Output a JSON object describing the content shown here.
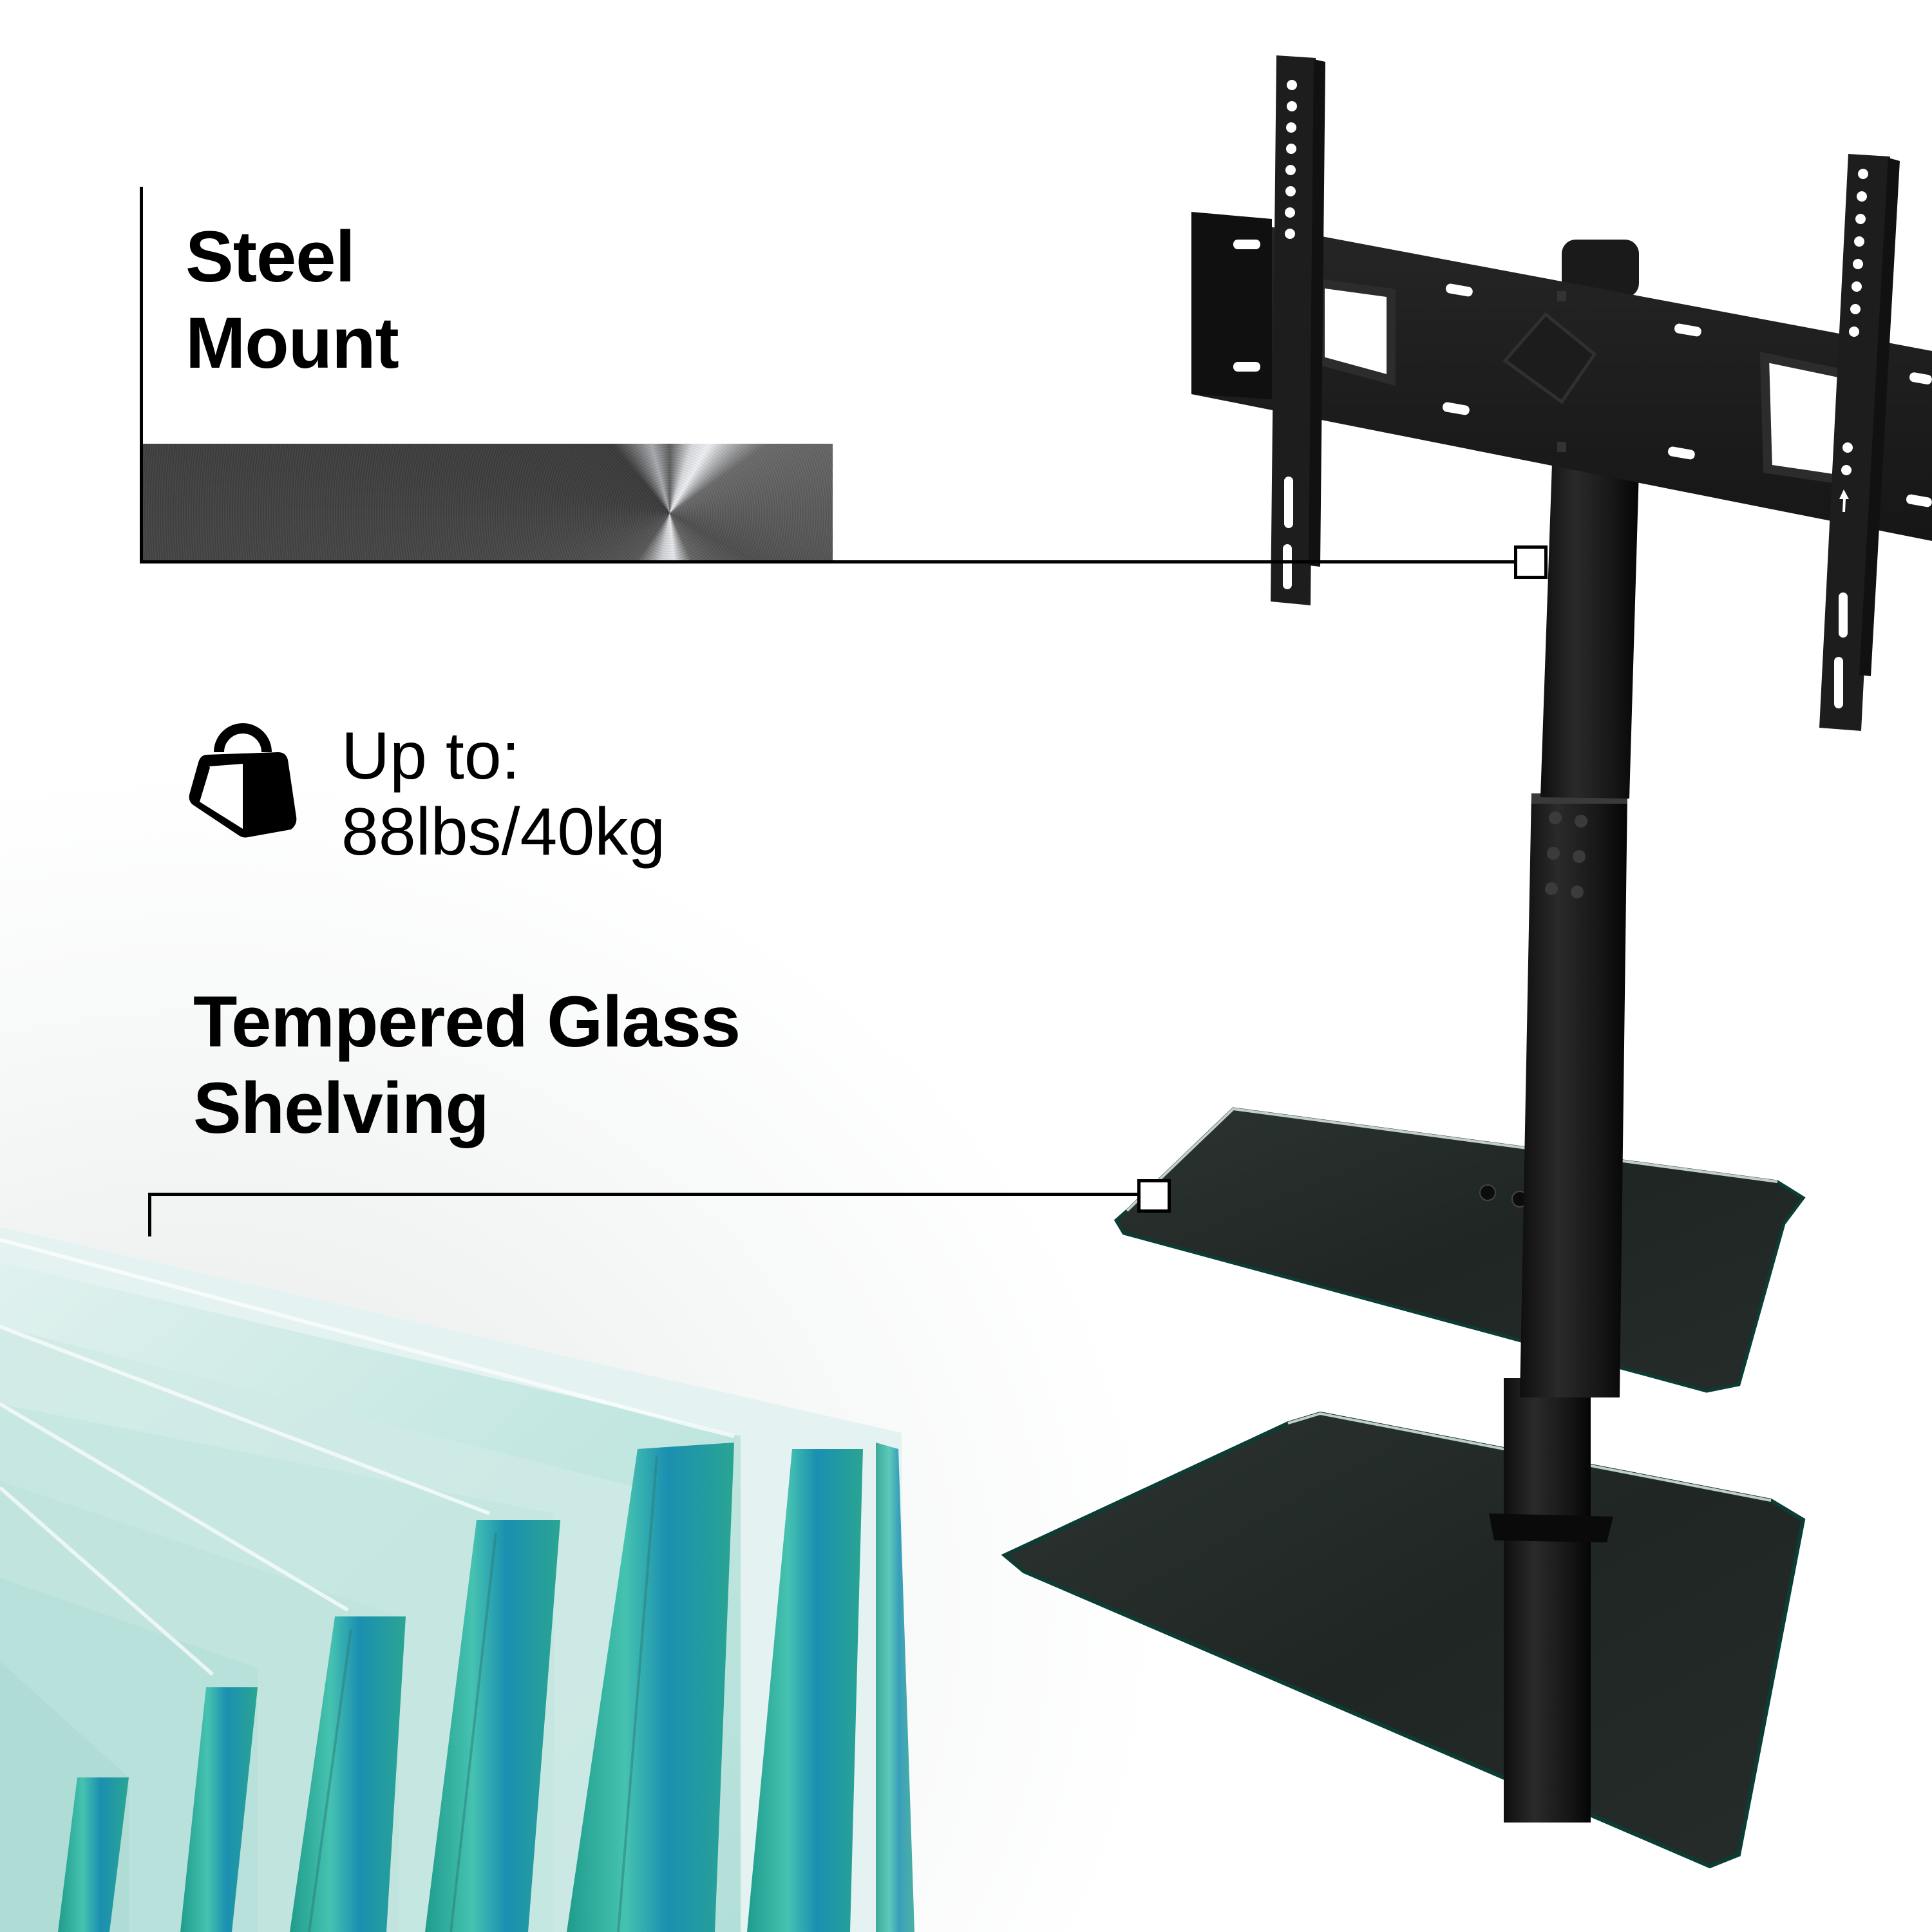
{
  "features": [
    {
      "id": "steel_mount",
      "title_line1": "Steel",
      "title_line2": "Mount",
      "swatch": "brushed-steel-texture"
    },
    {
      "id": "weight_capacity",
      "icon": "weight-icon",
      "label_line1": "Up to:",
      "label_line2": "88lbs/40kg"
    },
    {
      "id": "glass_shelving",
      "title_line1": "Tempered Glass",
      "title_line2": "Shelving",
      "photo": "tempered-glass-panes"
    }
  ],
  "product": {
    "name": "tv-floor-stand",
    "parts": [
      "vesa-mount-plate",
      "left-vesa-bracket",
      "right-vesa-bracket",
      "height-adjustable-column",
      "upper-glass-shelf",
      "base-glass-shelf"
    ]
  },
  "colors": {
    "text": "#000000",
    "background": "#ffffff",
    "metal": "#1e1e1e",
    "glass_shelf": "#1f2524",
    "glass_tint": "#3fb5a6"
  }
}
